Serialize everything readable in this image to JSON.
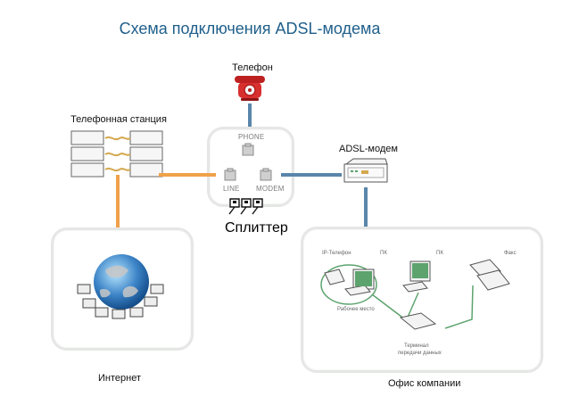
{
  "title": "Схема подключения ADSL-модема",
  "nodes": {
    "phone": "Телефон",
    "station": "Телефонная станция",
    "modem": "ADSL-модем",
    "splitter": "Сплиттер",
    "internet": "Интернет",
    "office": "Офис компании"
  },
  "ports": {
    "phone": "PHONE",
    "line": "LINE",
    "modem": "MODEM"
  },
  "office_items": {
    "ip_phone": "IP-Телефон",
    "pc1": "ПК",
    "pc2": "ПК",
    "fax": "Факс",
    "workplace": "Рабочее место",
    "terminal_line1": "Терминал",
    "terminal_line2": "передачи данных"
  },
  "colors": {
    "title": "#1f5f8b",
    "wire_blue": "#5a86aa",
    "wire_orange": "#f0a14a",
    "green": "#5ca36d"
  }
}
